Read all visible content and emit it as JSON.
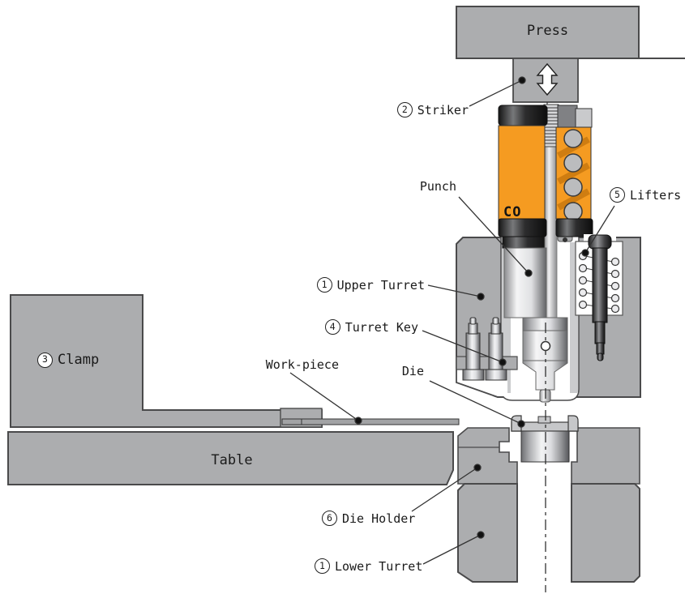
{
  "figure": {
    "kind": "technical cross-section diagram",
    "subject": "turret punch press tooling station"
  },
  "labels": {
    "press": "Press",
    "striker": {
      "num": "2",
      "text": "Striker"
    },
    "punch": "Punch",
    "lifters": {
      "num": "5",
      "text": "Lifters"
    },
    "upper_turret": {
      "num": "1",
      "text": "Upper Turret"
    },
    "turret_key": {
      "num": "4",
      "text": "Turret Key"
    },
    "clamp": {
      "num": "3",
      "text": "Clamp"
    },
    "work_piece": "Work-piece",
    "die": "Die",
    "table": "Table",
    "die_holder": {
      "num": "6",
      "text": "Die Holder"
    },
    "lower_turret": {
      "num": "1",
      "text": "Lower Turret"
    },
    "brand": "CO"
  },
  "colors": {
    "body_gray": "#acadaf",
    "accent_orange": "#f59b21",
    "outline": "#4a4a4b",
    "dark_metal": "#1b1b1c"
  }
}
